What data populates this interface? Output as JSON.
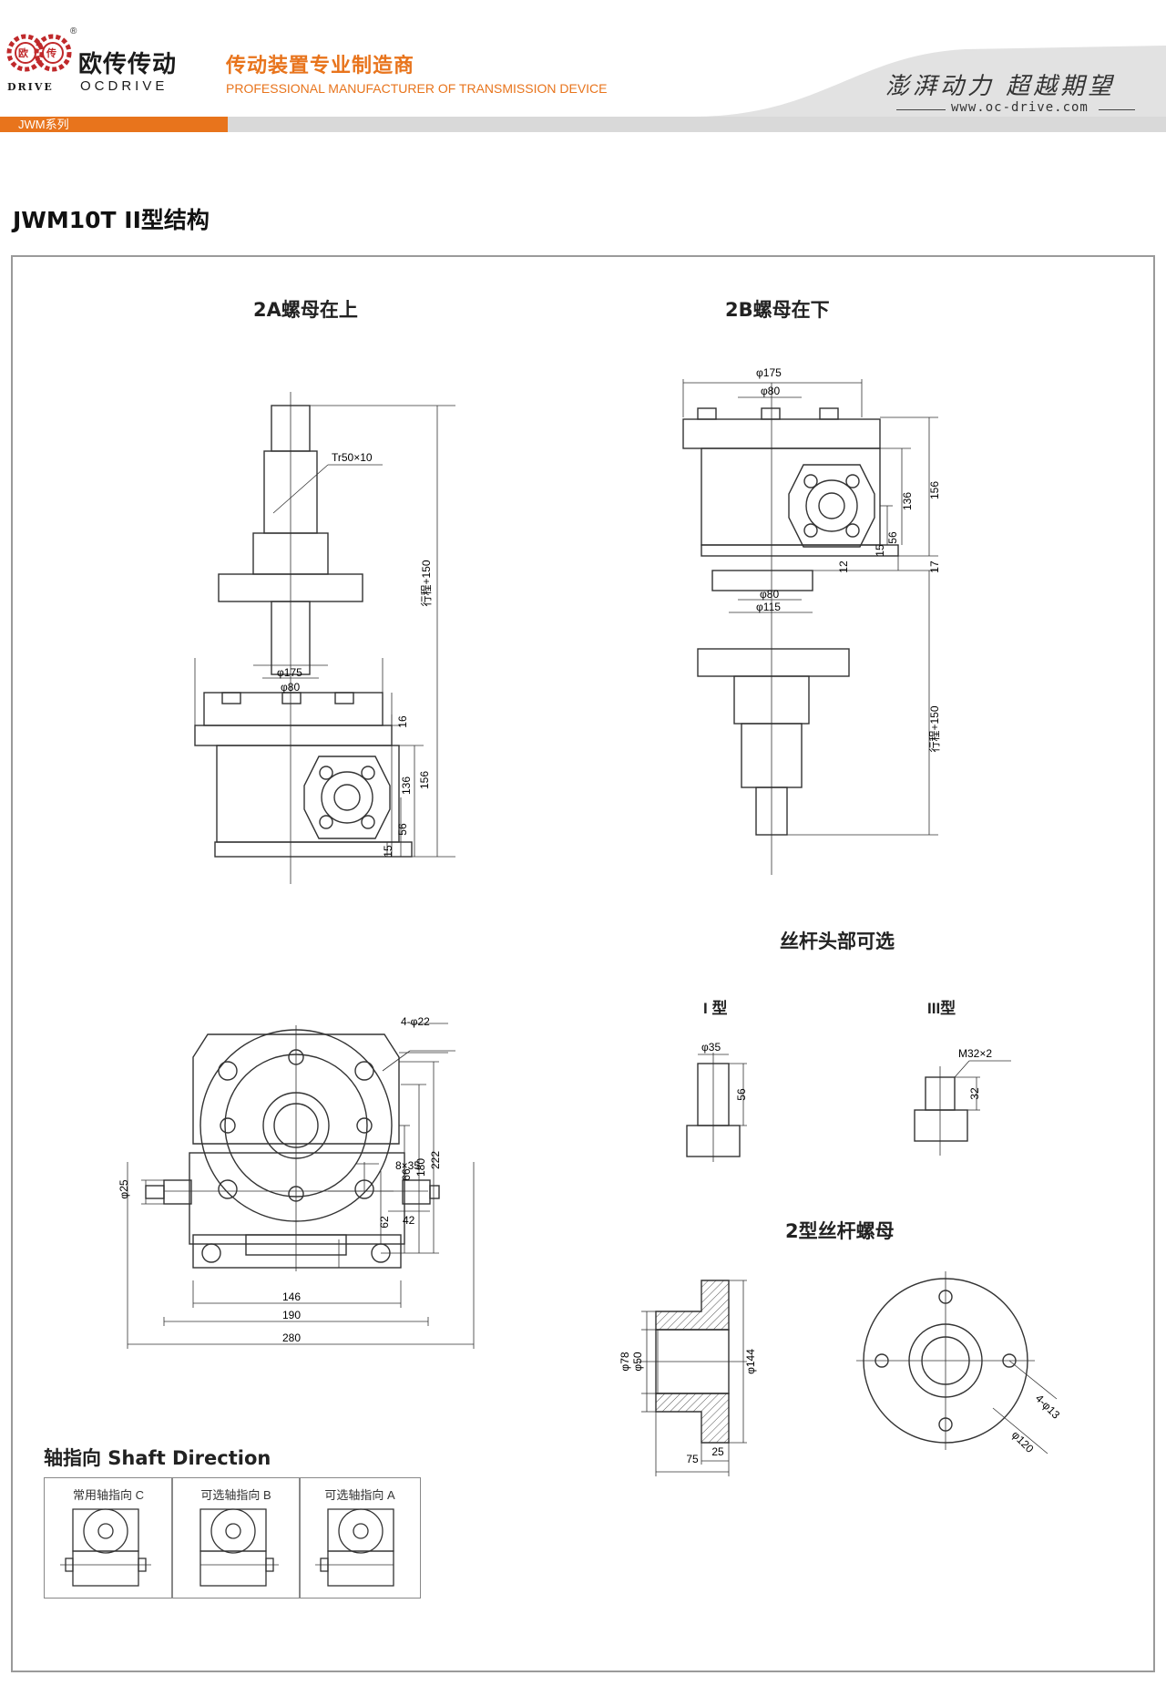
{
  "header": {
    "logo_badge_1": "欧",
    "logo_badge_2": "传",
    "brand_cn": "欧传传动",
    "brand_en": "OCDRIVE",
    "drive_small": "DRIVE",
    "registered": "®",
    "tagline_cn": "传动装置专业制造商",
    "tagline_en": "PROFESSIONAL MANUFACTURER OF TRANSMISSION DEVICE",
    "slogan": "澎湃动力 超越期望",
    "website": "www.oc-drive.com",
    "series_tag": "JWM系列"
  },
  "page_title": "JWM10T II型结构",
  "sections": {
    "a2": "2A螺母在上",
    "b2": "2B螺母在下",
    "screw_head": "丝杆头部可选",
    "nut2": "2型丝杆螺母",
    "shaft_direction": "轴指向 Shaft Direction"
  },
  "drawing_2a": {
    "tr": "Tr50×10",
    "stroke": "行程+150",
    "d175": "φ175",
    "d80": "φ80",
    "h16": "16",
    "h136": "136",
    "h156": "156",
    "h56": "56",
    "h15": "15"
  },
  "drawing_2b": {
    "d175": "φ175",
    "d80": "φ80",
    "h136": "136",
    "h156": "156",
    "h56": "56",
    "h15": "15",
    "h12": "12",
    "h17": "17",
    "d80b": "φ80",
    "d115": "φ115",
    "stroke": "行程+150"
  },
  "drawing_top": {
    "holes": "4-φ22",
    "key": "8×35",
    "d25": "φ25",
    "w42": "42",
    "h62": "62",
    "h66": "66",
    "h180": "180",
    "h222": "222",
    "w146": "146",
    "w190": "190",
    "w280": "280"
  },
  "screw_heads": {
    "type1_label": "I 型",
    "type3_label": "III型",
    "t1_d": "φ35",
    "t1_h": "56",
    "t3_m": "M32×2",
    "t3_h": "32"
  },
  "nut": {
    "d78": "φ78",
    "d50": "φ50",
    "d144": "φ144",
    "w25": "25",
    "w75": "75",
    "holes": "4-φ13",
    "pcd": "φ120"
  },
  "shaft_options": [
    {
      "label": "常用轴指向 C"
    },
    {
      "label": "可选轴指向 B"
    },
    {
      "label": "可选轴指向 A"
    }
  ]
}
